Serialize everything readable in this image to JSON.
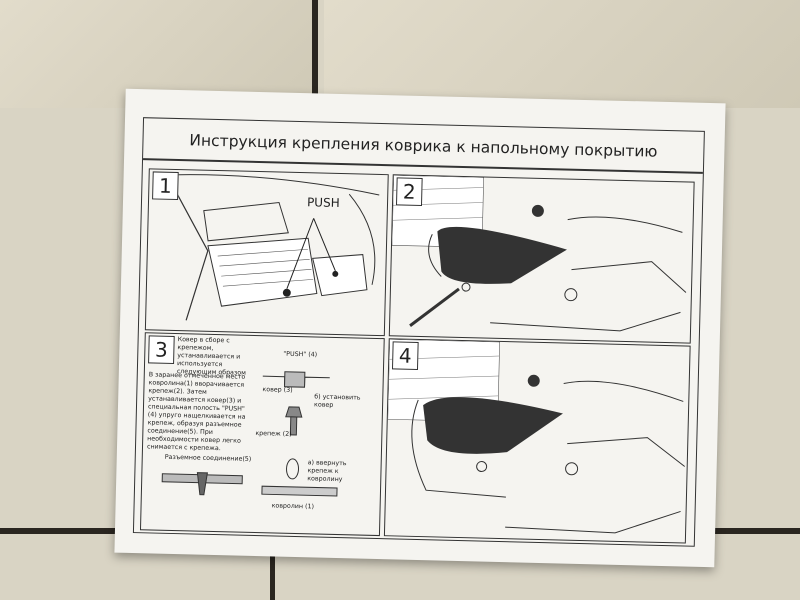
{
  "sheet": {
    "title": "Инструкция крепления коврика к напольному покрытию"
  },
  "steps": [
    {
      "number": "1",
      "label": "PUSH"
    },
    {
      "number": "2"
    },
    {
      "number": "3",
      "intro": "Ковер в сборе с крепежом, устанавливается и используется следующим образом",
      "body": "В заранее отмеченное место ковролина(1) вворачивается крепеж(2). Затем устанавливается ковер(3) и специальная полость \"PUSH\"(4) упруго нащелкивается на крепеж, образуя разъемное соединение(5). При необходимости ковер легко снимается с крепежа.",
      "labels": {
        "push": "\"PUSH\" (4)",
        "carpet": "ковер (3)",
        "install": "б) установить ковер",
        "fastener": "крепеж (2)",
        "connection": "Разъемное соединение(5)",
        "screw": "а) ввернуть крепеж к ковролину",
        "floor": "ковролин (1)"
      }
    },
    {
      "number": "4"
    }
  ],
  "colors": {
    "paper": "#f5f4f0",
    "ink": "#222222",
    "tile": "#d9d4c4",
    "grout": "#2a2620"
  }
}
